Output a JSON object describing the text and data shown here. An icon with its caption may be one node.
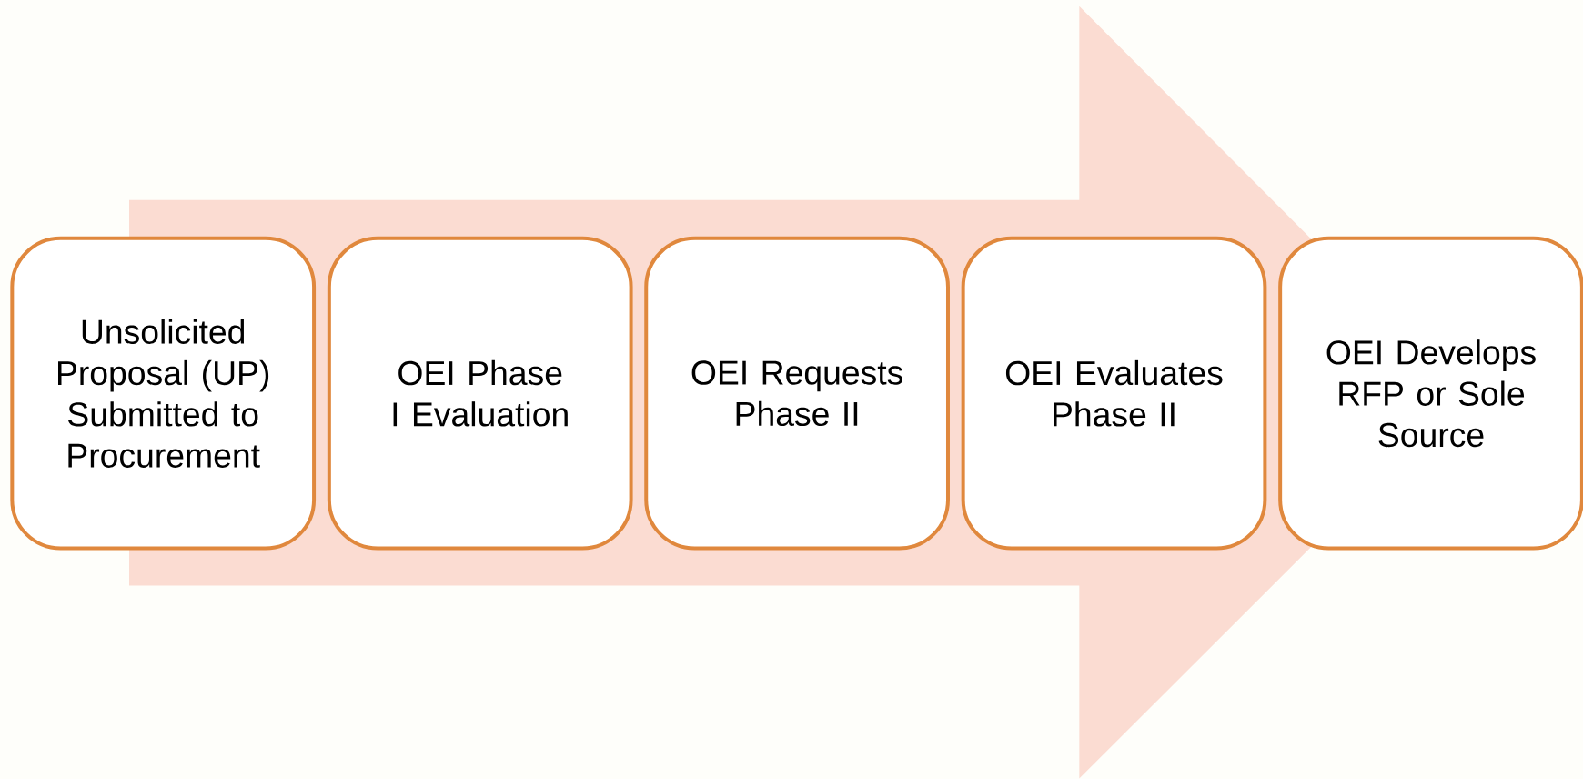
{
  "diagram": {
    "nodes": [
      {
        "text": [
          "Unsolicited Proposal (UP) Submitted to Procurement"
        ]
      },
      {
        "text": [
          "OEI Phase I Evaluation"
        ]
      },
      {
        "text": [
          "OEI Requests Phase II"
        ]
      },
      {
        "text": [
          "OEI Evaluates Phase II"
        ]
      },
      {
        "text": [
          "OEI Develops RFP or Sole Source"
        ]
      }
    ],
    "edges": [
      {
        "from": 0,
        "to": 4,
        "arrow": "to"
      }
    ]
  }
}
